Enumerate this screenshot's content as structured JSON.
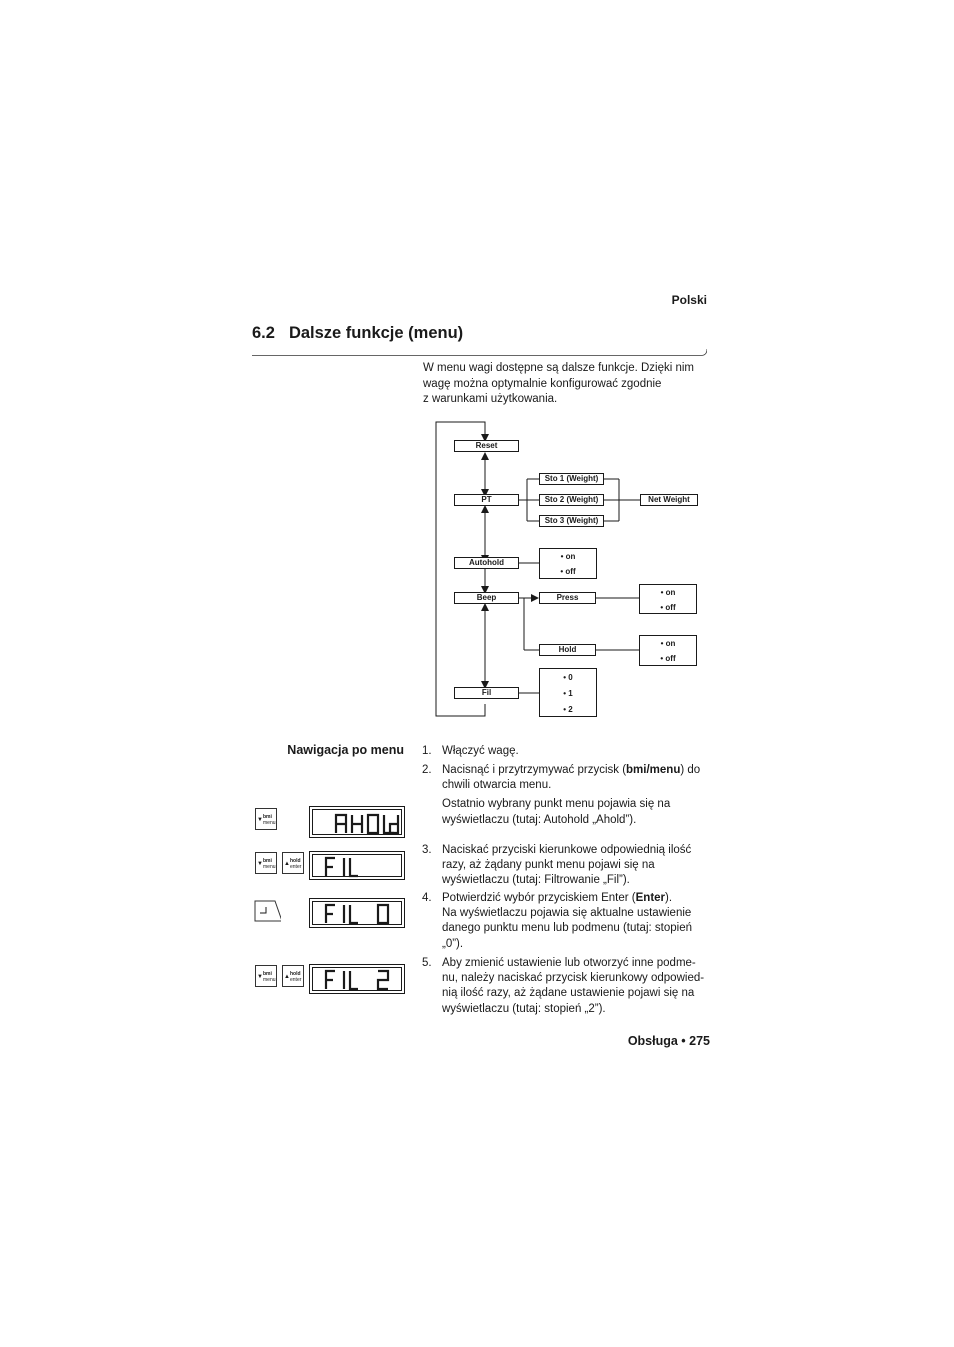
{
  "header": {
    "language": "Polski"
  },
  "section": {
    "number": "6.2",
    "title": "Dalsze funkcje (menu)"
  },
  "intro": {
    "lines": [
      "W menu wagi dostępne są dalsze funkcje. Dzięki nim",
      "wagę można optymalnie konfigurować zgodnie",
      "z warunkami użytkowania."
    ]
  },
  "flowchart": {
    "menu": [
      "Reset",
      "PT",
      "Autohold",
      "Beep",
      "Fil"
    ],
    "pt_sub": [
      "Sto 1 (Weight)",
      "Sto 2 (Weight)",
      "Sto 3 (Weight)"
    ],
    "pt_result": "Net Weight",
    "autohold_opts": [
      "• on",
      "• off"
    ],
    "beep_sub": [
      "Press",
      "Hold"
    ],
    "press_opts": [
      "• on",
      "• off"
    ],
    "hold_opts": [
      "• on",
      "• off"
    ],
    "fil_opts": [
      "• 0",
      "• 1",
      "• 2"
    ]
  },
  "navigation": {
    "label": "Nawigacja po menu",
    "step1": {
      "num": "1.",
      "text": "Włączyć wagę."
    },
    "step2": {
      "num": "2.",
      "pre": "Nacisnąć i przytrzymywać przycisk (",
      "key": "bmi/menu",
      "post": ") do",
      "line2": "chwili otwarcia menu.",
      "note_line1": "Ostatnio wybrany punkt menu pojawia się na",
      "note_line2": "wyświetlaczu (tutaj: Autohold „Ahold”)."
    },
    "step3": {
      "num": "3.",
      "lines": [
        "Naciskać przyciski kierunkowe odpowiednią ilość",
        "razy, aż żądany punkt menu pojawi się na",
        "wyświetlaczu (tutaj: Filtrowanie „Fil”)."
      ]
    },
    "step4": {
      "num": "4.",
      "pre": "Potwierdzić wybór przyciskiem Enter (",
      "key": "Enter",
      "post": ").",
      "lines": [
        "Na wyświetlaczu pojawia się aktualne ustawienie",
        "danego punktu menu lub podmenu (tutaj: stopień",
        "„0”)."
      ]
    },
    "step5": {
      "num": "5.",
      "lines": [
        "Aby zmienić ustawienie lub otworzyć inne podme-",
        "nu, należy naciskać przycisk kierunkowy odpowied-",
        "nią ilość razy, aż żądane ustawienie pojawi się na",
        "wyświetlaczu (tutaj:  stopień „2”)."
      ]
    }
  },
  "keys": {
    "down_top": "bmi",
    "down_bottom": "menu",
    "up_top": "hold",
    "up_bottom": "enter",
    "down_arrow": "▼",
    "up_arrow": "▲",
    "enter_symbol": "↵"
  },
  "displays": {
    "d1": "AHOLd",
    "d2": "FIL",
    "d3": "FIL 0",
    "d4": "FIL 2"
  },
  "footer": {
    "text": "Obsługa • 275"
  }
}
